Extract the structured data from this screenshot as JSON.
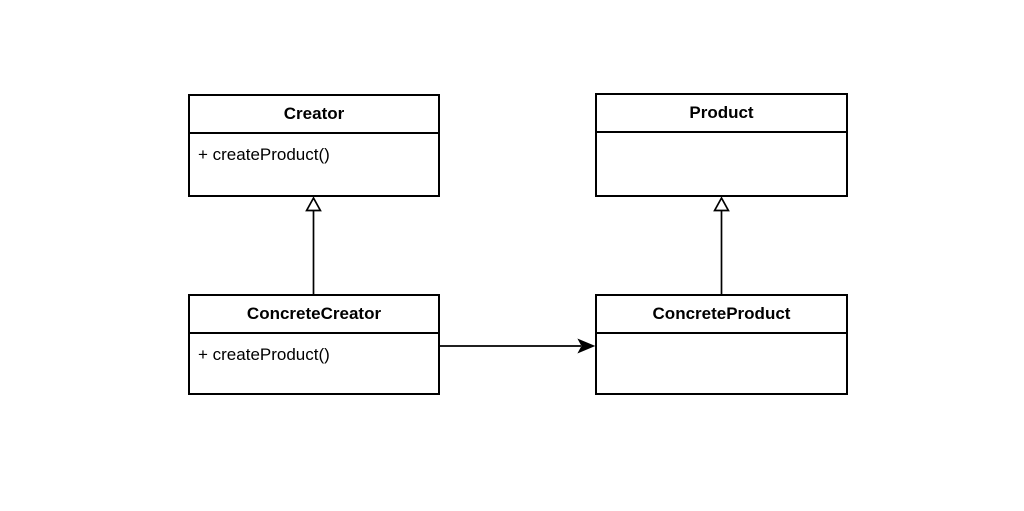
{
  "diagram": {
    "kind": "uml-class-diagram",
    "pattern": "Factory Method",
    "colors": {
      "background": "#ffffff",
      "stroke": "#000000",
      "shape_fill": "#ffffff"
    },
    "classes": [
      {
        "id": "creator",
        "name": "Creator",
        "members": [
          "+ createProduct()"
        ]
      },
      {
        "id": "product",
        "name": "Product",
        "members": []
      },
      {
        "id": "concrete-creator",
        "name": "ConcreteCreator",
        "members": [
          "+ createProduct()"
        ]
      },
      {
        "id": "concrete-product",
        "name": "ConcreteProduct",
        "members": []
      }
    ],
    "relationships": [
      {
        "from": "ConcreteCreator",
        "to": "Creator",
        "type": "generalization",
        "arrowhead": "hollow-triangle",
        "direction": "up"
      },
      {
        "from": "ConcreteProduct",
        "to": "Product",
        "type": "generalization",
        "arrowhead": "hollow-triangle",
        "direction": "up"
      },
      {
        "from": "ConcreteCreator",
        "to": "ConcreteProduct",
        "type": "directed-association",
        "arrowhead": "filled-arrow",
        "direction": "right"
      }
    ]
  }
}
